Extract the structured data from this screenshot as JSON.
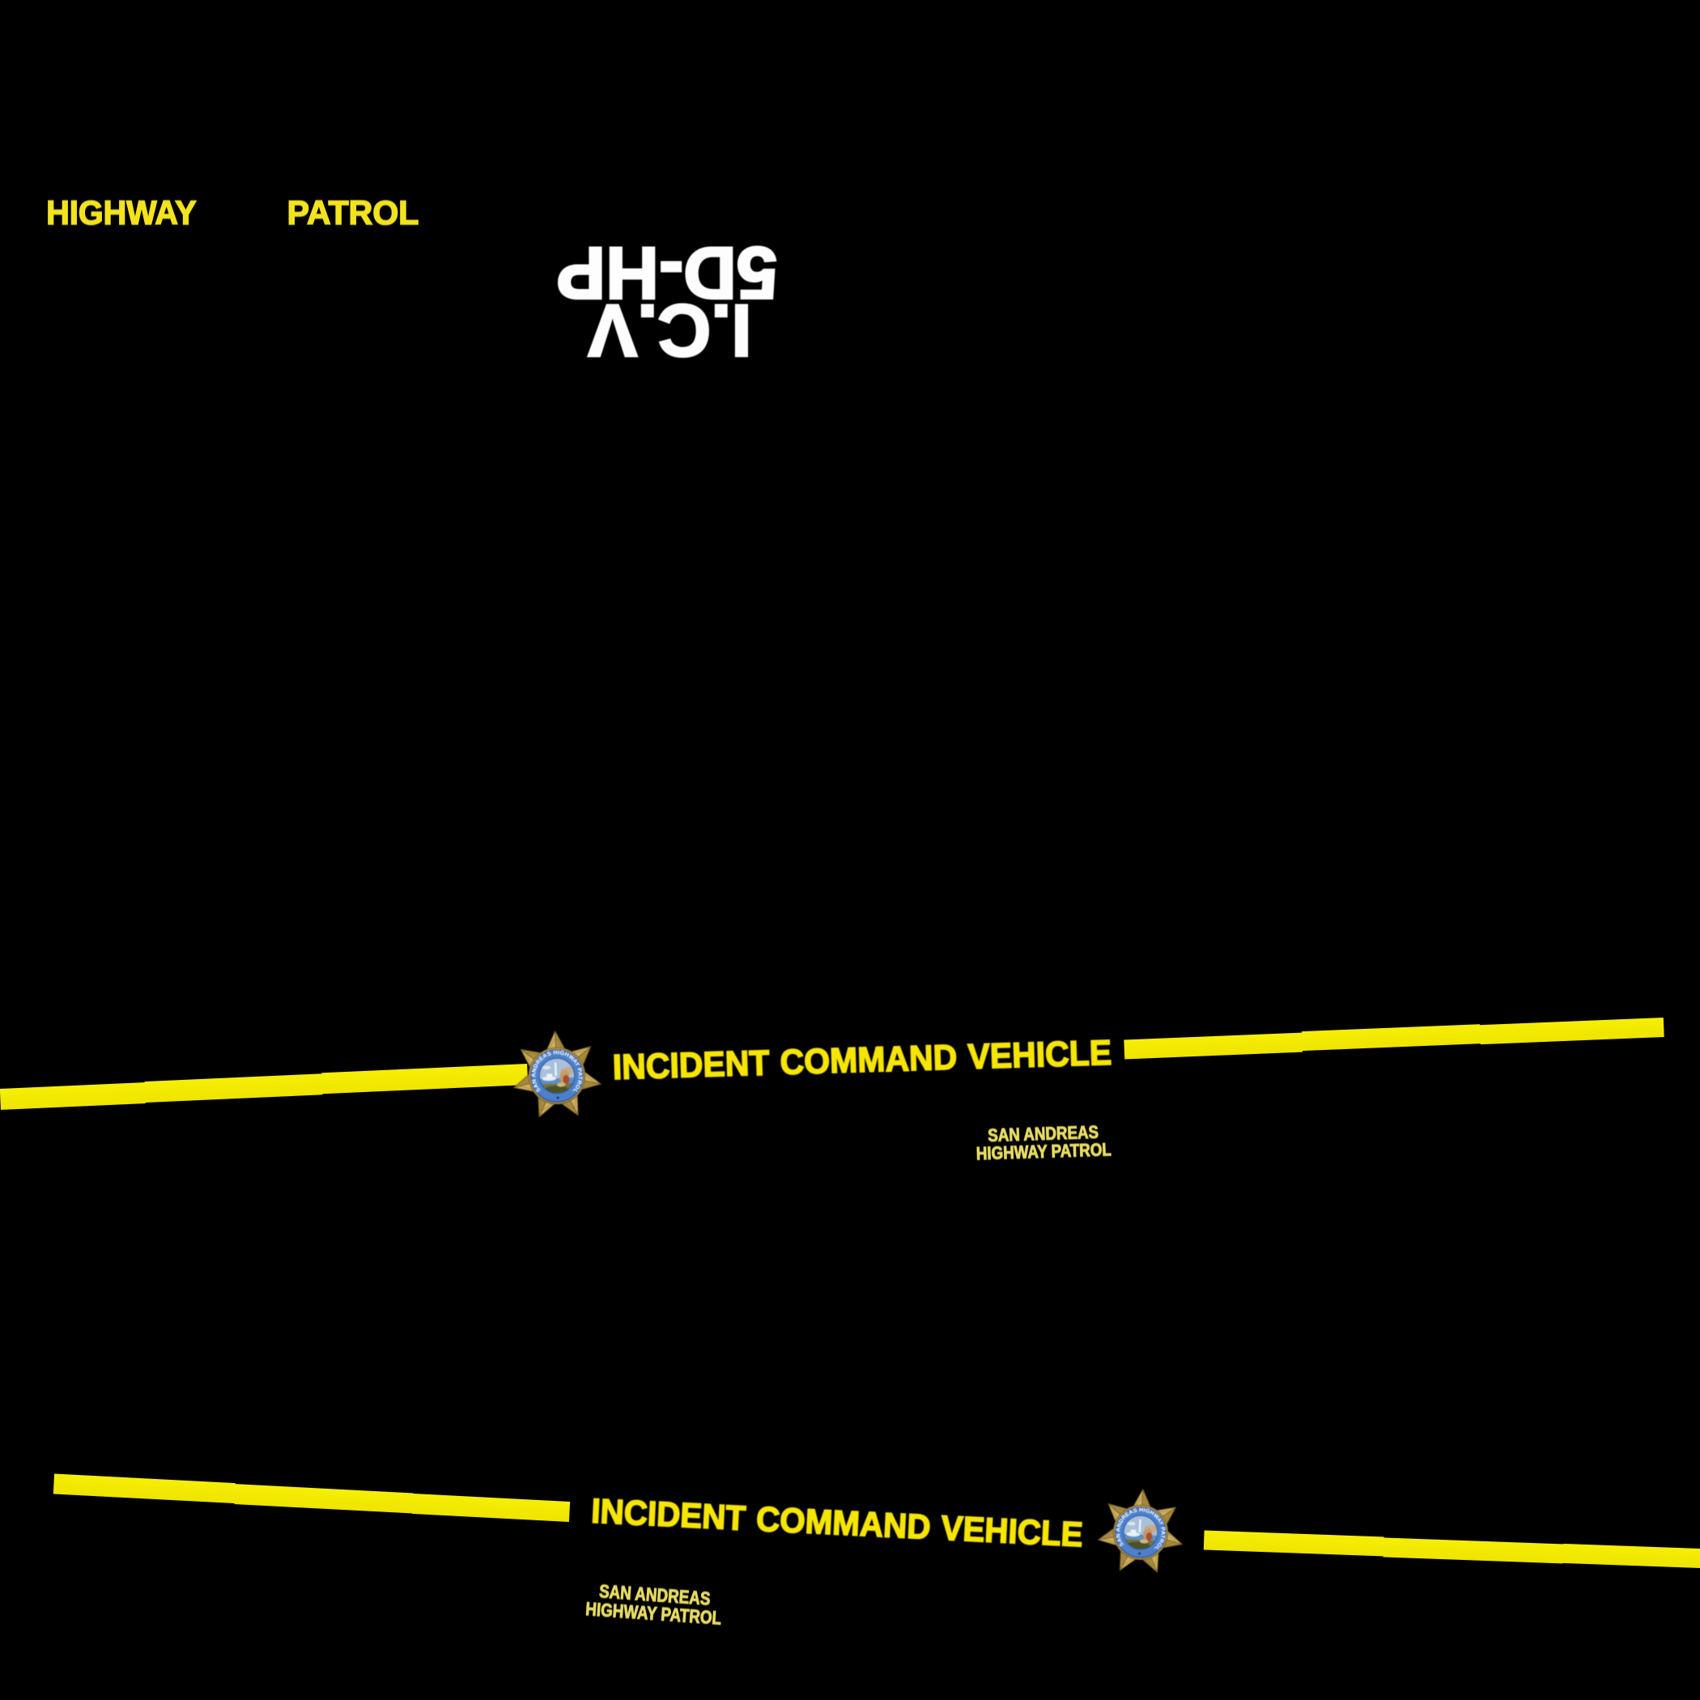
{
  "texture": {
    "background": "#000000",
    "colors": {
      "stripe_yellow": "#f2eb00",
      "banner_text_yellow": "#f6e502",
      "roof_text_yellow": "#f2e31e",
      "agency_label_yellow": "#e6db63",
      "callsign_white": "#fdfdfd",
      "star_gold": "#b89a4c",
      "star_gold_dark": "#8a7434",
      "star_gold_light": "#d3bd78",
      "ring_blue": "#4d80cb",
      "ring_blue_dark": "#2a52a0",
      "seal_sky": "#a3bcd8",
      "seal_water": "#5f8ec4",
      "seal_land": "#72713c",
      "seal_figure_tan": "#c49a66",
      "seal_red": "#ad4a2c"
    },
    "roof": {
      "word1": "HIGHWAY",
      "word2": "PATROL"
    },
    "callsign": {
      "line1": "I.C.V",
      "line2": "5D-HP",
      "orientation": "rotated 180°"
    },
    "banner": {
      "title": "INCIDENT COMMAND VEHICLE",
      "agency_line1": "SAN ANDREAS",
      "agency_line2": "HIGHWAY PATROL"
    },
    "badge": {
      "ring_text": "SAN ANDREAS HIGHWAY PATROL"
    }
  }
}
